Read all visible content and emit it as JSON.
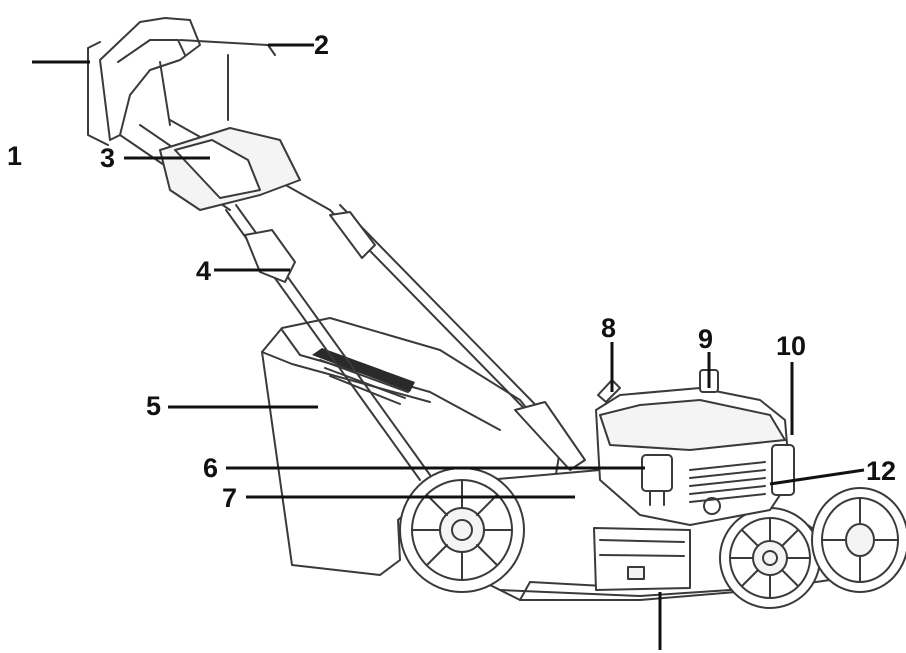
{
  "colors": {
    "ink": "#111111",
    "outline": "#3a3a3a",
    "background": "#ffffff"
  },
  "callouts": [
    {
      "id": "1",
      "label": "1"
    },
    {
      "id": "2",
      "label": "2"
    },
    {
      "id": "3",
      "label": "3"
    },
    {
      "id": "4",
      "label": "4"
    },
    {
      "id": "5",
      "label": "5"
    },
    {
      "id": "6",
      "label": "6"
    },
    {
      "id": "7",
      "label": "7"
    },
    {
      "id": "8",
      "label": "8"
    },
    {
      "id": "9",
      "label": "9"
    },
    {
      "id": "10",
      "label": "10"
    },
    {
      "id": "12",
      "label": "12"
    }
  ]
}
